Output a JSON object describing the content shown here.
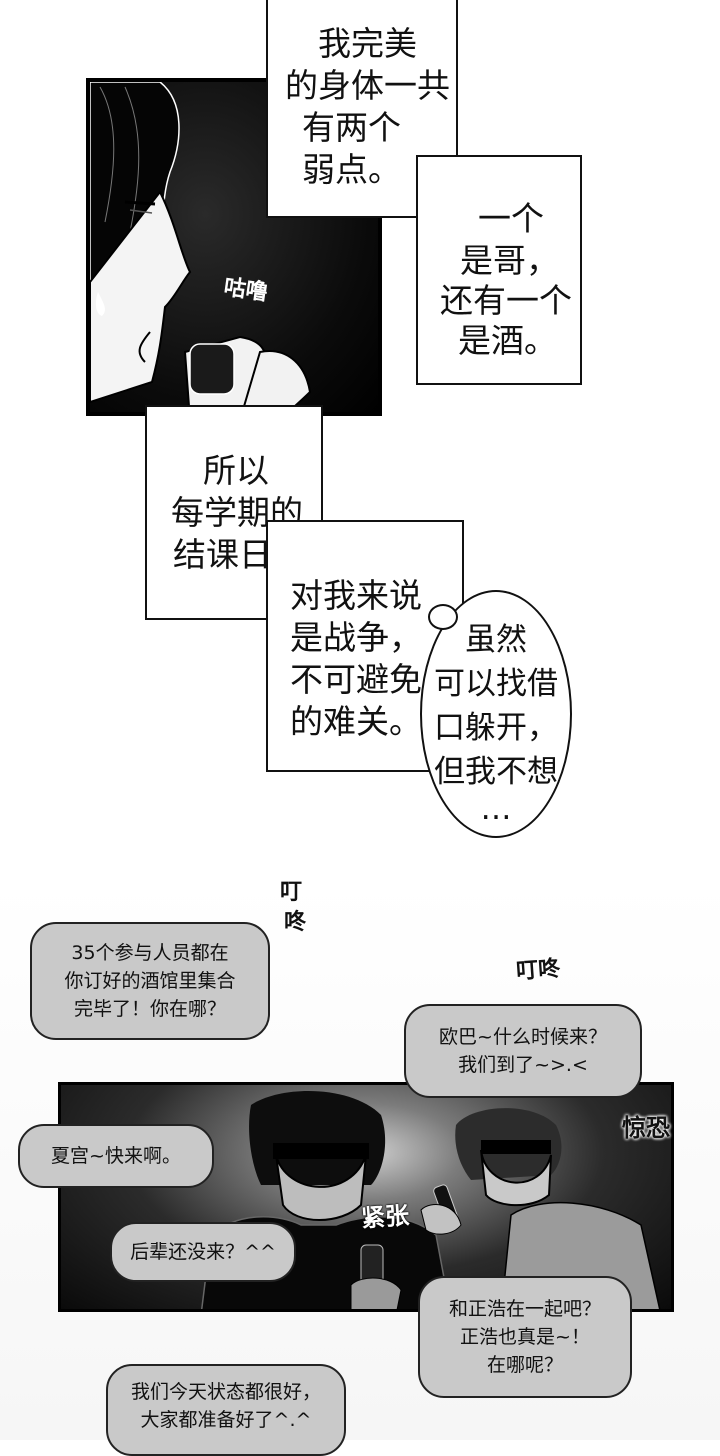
{
  "top_panel": {
    "narration_1": [
      "我完美",
      "的身体一共",
      "有两个",
      "弱点。"
    ],
    "narration_2": [
      "一个",
      "是哥，",
      "还有一个",
      "是酒。"
    ],
    "sfx_gulp": "咕噜"
  },
  "middle_panel": {
    "narration_3": [
      "所以",
      "每学期的",
      "结课日，"
    ],
    "narration_4": [
      "对我来说",
      "是战争，",
      "不可避免",
      "的难关。"
    ],
    "thought_bubble": [
      "虽然",
      "可以找借",
      "口躲开，",
      "但我不想",
      "…"
    ]
  },
  "bottom_panel": {
    "sfx_ding_1": [
      "叮",
      "咚"
    ],
    "sfx_ding_2": "叮咚",
    "sfx_scared": "惊恐",
    "sfx_nervous": "紧张",
    "messages": {
      "msg_1": [
        "35个参与人员都在",
        "你订好的酒馆里集合",
        "完毕了！你在哪？"
      ],
      "msg_2": [
        "欧巴~什么时候来？",
        "我们到了~>.<"
      ],
      "msg_3": [
        "夏宫~快来啊。"
      ],
      "msg_4": [
        "后辈还没来？^^"
      ],
      "msg_5": [
        "和正浩在一起吧？",
        "正浩也真是~！",
        "在哪呢？"
      ],
      "msg_6": [
        "我们今天状态都很好，",
        "大家都准备好了^.^"
      ]
    }
  }
}
